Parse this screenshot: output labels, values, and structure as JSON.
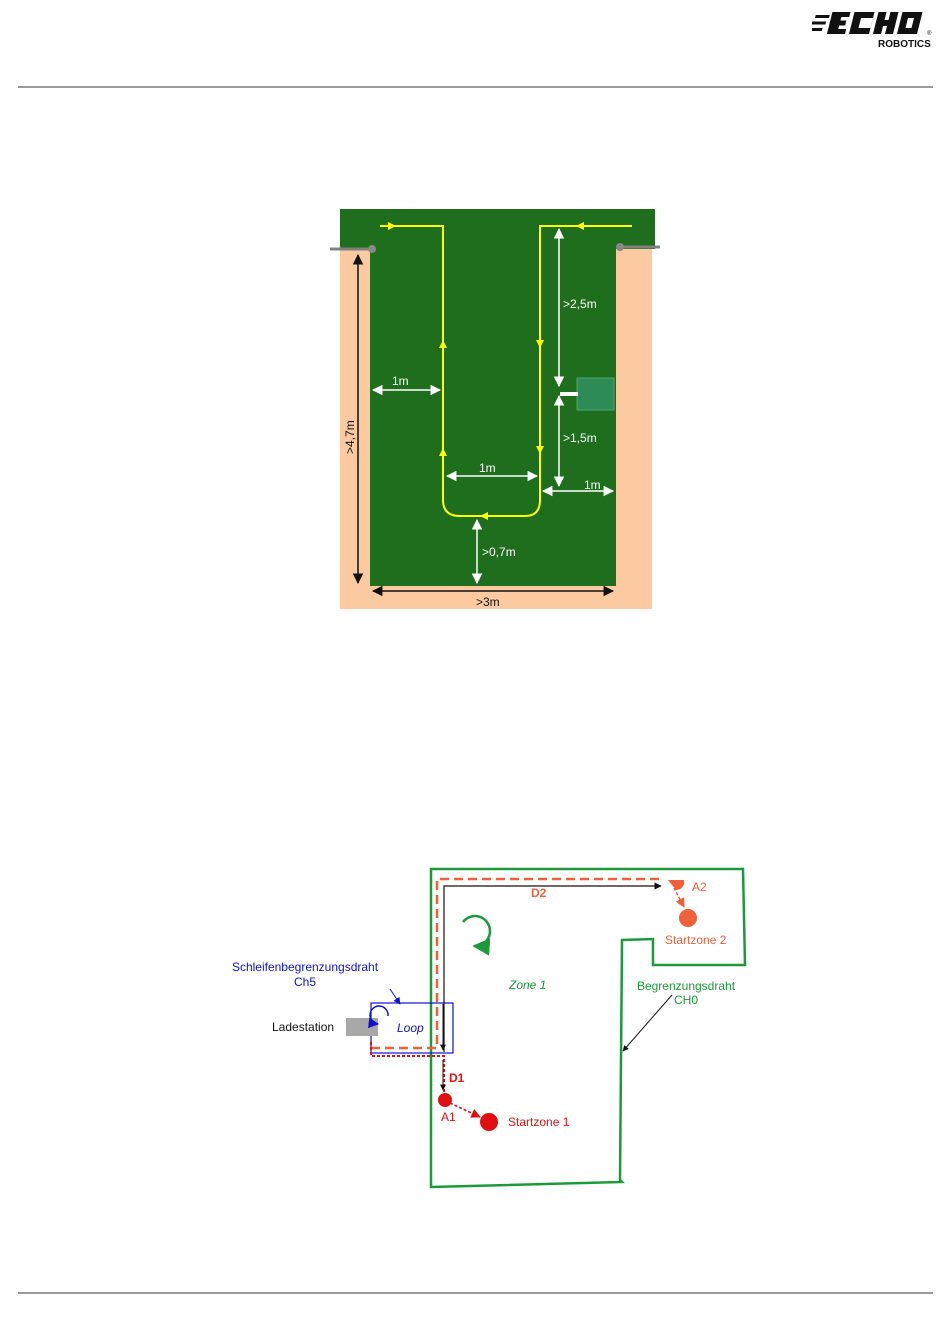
{
  "logo": {
    "brand": "ECHO",
    "sub": "ROBOTICS",
    "reg": "®"
  },
  "diagram1": {
    "labels": {
      "height": ">4,7m",
      "width": ">3m",
      "left_gap": "1m",
      "corridor": "1m",
      "right_gap": "1m",
      "top_gap": ">2,5m",
      "station_gap": ">1,5m",
      "bottom_gap": ">0,7m"
    }
  },
  "diagram2": {
    "labels": {
      "loop_wire": "Schleifenbegrenzungsdraht",
      "loop_channel": "Ch5",
      "station": "Ladestation",
      "loop": "Loop",
      "zone": "Zone 1",
      "boundary": "Begrenzungsdraht",
      "boundary_channel": "CH0",
      "d1": "D1",
      "a1": "A1",
      "start1": "Startzone 1",
      "d2": "D2",
      "a2": "A2",
      "start2": "Startzone 2"
    }
  },
  "colors": {
    "grass": "#1e6e1e",
    "sand": "#fbcaa0",
    "wire_yellow": "#ffff00",
    "boundary_green": "#1a9a3a",
    "loop_blue": "#1010d0",
    "red": "#e01010",
    "orange": "#f0603a"
  }
}
